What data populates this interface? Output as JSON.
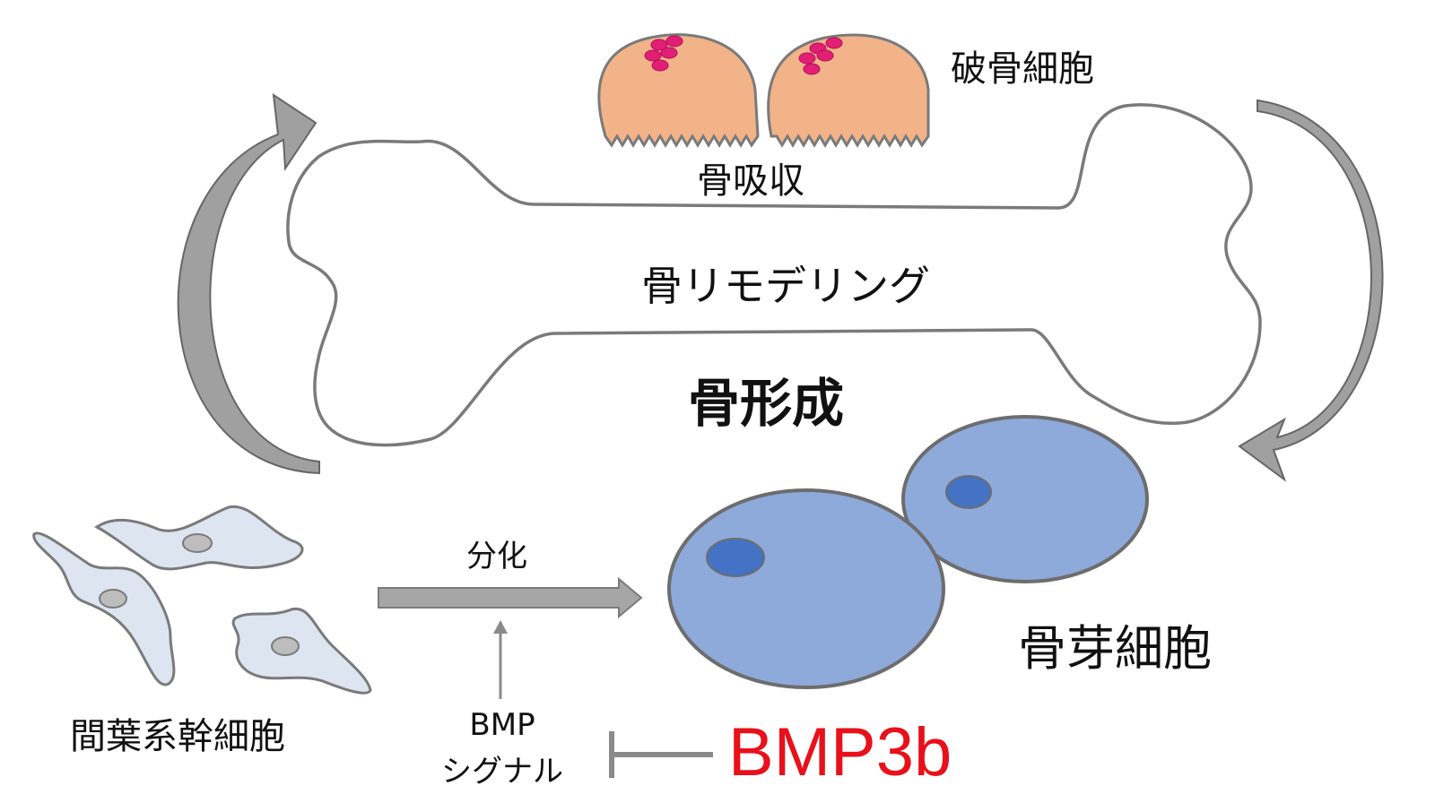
{
  "labels": {
    "osteoclast": "破骨細胞",
    "resorption": "骨吸収",
    "remodeling": "骨リモデリング",
    "formation": "骨形成",
    "osteoblast": "骨芽細胞",
    "differentiation": "分化",
    "msc": "間葉系幹細胞",
    "bmp_line1": "BMP",
    "bmp_line2": "シグナル",
    "bmp3b": "BMP3b"
  },
  "colors": {
    "osteoclast_fill": "#f2b389",
    "osteoclast_nucleus": "#e01f75",
    "osteoblast_fill": "#8eaadb",
    "osteoblast_nucleus": "#4472c4",
    "msc_fill": "#dde5f1",
    "arrow_gray": "#9a9a9a",
    "bmp3b_text": "#e8101a"
  }
}
